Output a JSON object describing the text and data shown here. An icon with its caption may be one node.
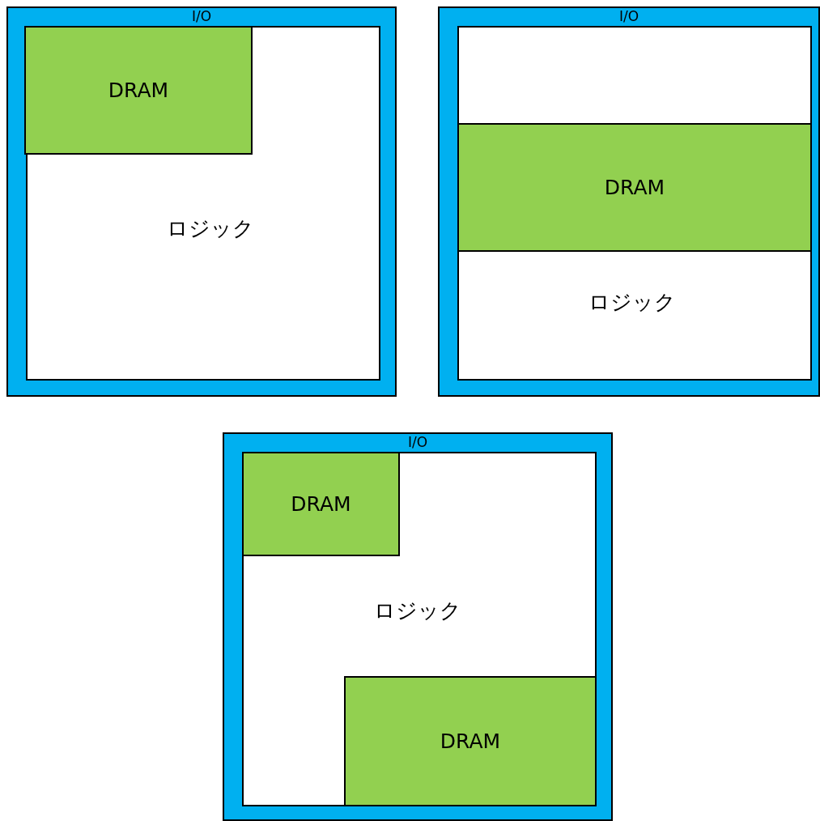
{
  "diagram": {
    "nodes": [
      {
        "text": [
          "I/O"
        ]
      },
      {
        "text": [
          "ロジック"
        ],
        "in": 0
      },
      {
        "text": [
          "DRAM"
        ],
        "in": 1
      },
      {
        "text": [
          "I/O"
        ]
      },
      {
        "text": [
          "ロジック"
        ],
        "in": 3
      },
      {
        "text": [
          "DRAM"
        ],
        "in": 4
      },
      {
        "text": [
          "I/O"
        ]
      },
      {
        "text": [
          "ロジック"
        ],
        "in": 6
      },
      {
        "text": [
          "DRAM"
        ],
        "in": 7
      },
      {
        "text": [
          "DRAM"
        ],
        "in": 7
      }
    ]
  }
}
